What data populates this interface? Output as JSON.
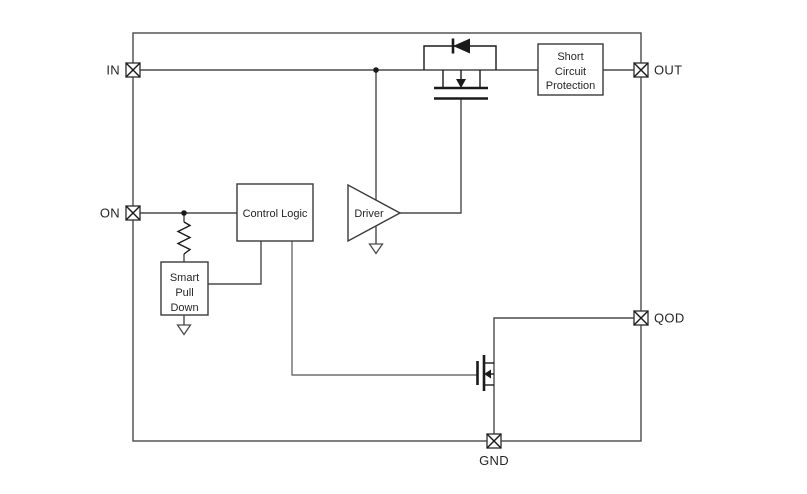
{
  "diagram": {
    "type": "functional-block-diagram",
    "pins": {
      "in": "IN",
      "on": "ON",
      "out": "OUT",
      "qod": "QOD",
      "gnd": "GND"
    },
    "blocks": {
      "control_logic": {
        "label": "Control Logic"
      },
      "driver": {
        "label": "Driver"
      },
      "smart_pull_down": {
        "lines": [
          "Smart",
          "Pull",
          "Down"
        ]
      },
      "short_circuit_protection": {
        "lines": [
          "Short",
          "Circuit",
          "Protection"
        ]
      }
    },
    "icons": {
      "pin_terminal": "boxed-x",
      "ground": "open-triangle-down",
      "body_diode": "diode-pointing-left",
      "junction": "filled-dot",
      "pass_fet": "mosfet-horizontal",
      "qod_fet": "mosfet-vertical"
    },
    "colors": {
      "background": "#ffffff",
      "wire": "#4a4a4a",
      "symbol": "#1a1a1a",
      "text": "#262626"
    }
  }
}
